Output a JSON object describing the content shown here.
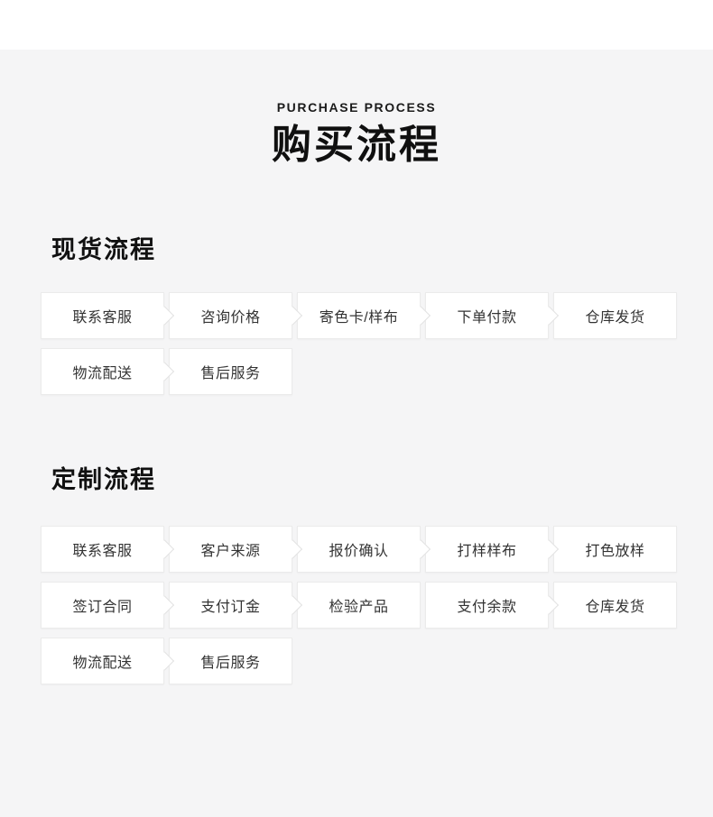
{
  "page": {
    "eyebrow": "PURCHASE PROCESS",
    "title": "购买流程"
  },
  "sections": [
    {
      "heading": "现货流程",
      "rows": [
        [
          {
            "label": "联系客服",
            "arrow": true
          },
          {
            "label": "咨询价格",
            "arrow": true
          },
          {
            "label": "寄色卡/样布",
            "arrow": true
          },
          {
            "label": "下单付款",
            "arrow": true
          },
          {
            "label": "仓库发货",
            "arrow": false
          }
        ],
        [
          {
            "label": "物流配送",
            "arrow": true
          },
          {
            "label": "售后服务",
            "arrow": false
          }
        ]
      ]
    },
    {
      "heading": "定制流程",
      "rows": [
        [
          {
            "label": "联系客服",
            "arrow": true
          },
          {
            "label": "客户来源",
            "arrow": true
          },
          {
            "label": "报价确认",
            "arrow": true
          },
          {
            "label": "打样样布",
            "arrow": true
          },
          {
            "label": "打色放样",
            "arrow": false
          }
        ],
        [
          {
            "label": "签订合同",
            "arrow": true
          },
          {
            "label": "支付订金",
            "arrow": true
          },
          {
            "label": "检验产品",
            "arrow": false
          },
          {
            "label": "支付余款",
            "arrow": true
          },
          {
            "label": "仓库发货",
            "arrow": false
          }
        ],
        [
          {
            "label": "物流配送",
            "arrow": true
          },
          {
            "label": "售后服务",
            "arrow": false
          }
        ]
      ]
    }
  ],
  "colors": {
    "page_background": "#f5f5f6",
    "top_band": "#ffffff",
    "card_background": "#ffffff",
    "card_border": "#ebebeb",
    "step_text": "#333333",
    "heading_text": "#111111"
  },
  "icons": {
    "step_separator": "chevron-right-icon"
  }
}
